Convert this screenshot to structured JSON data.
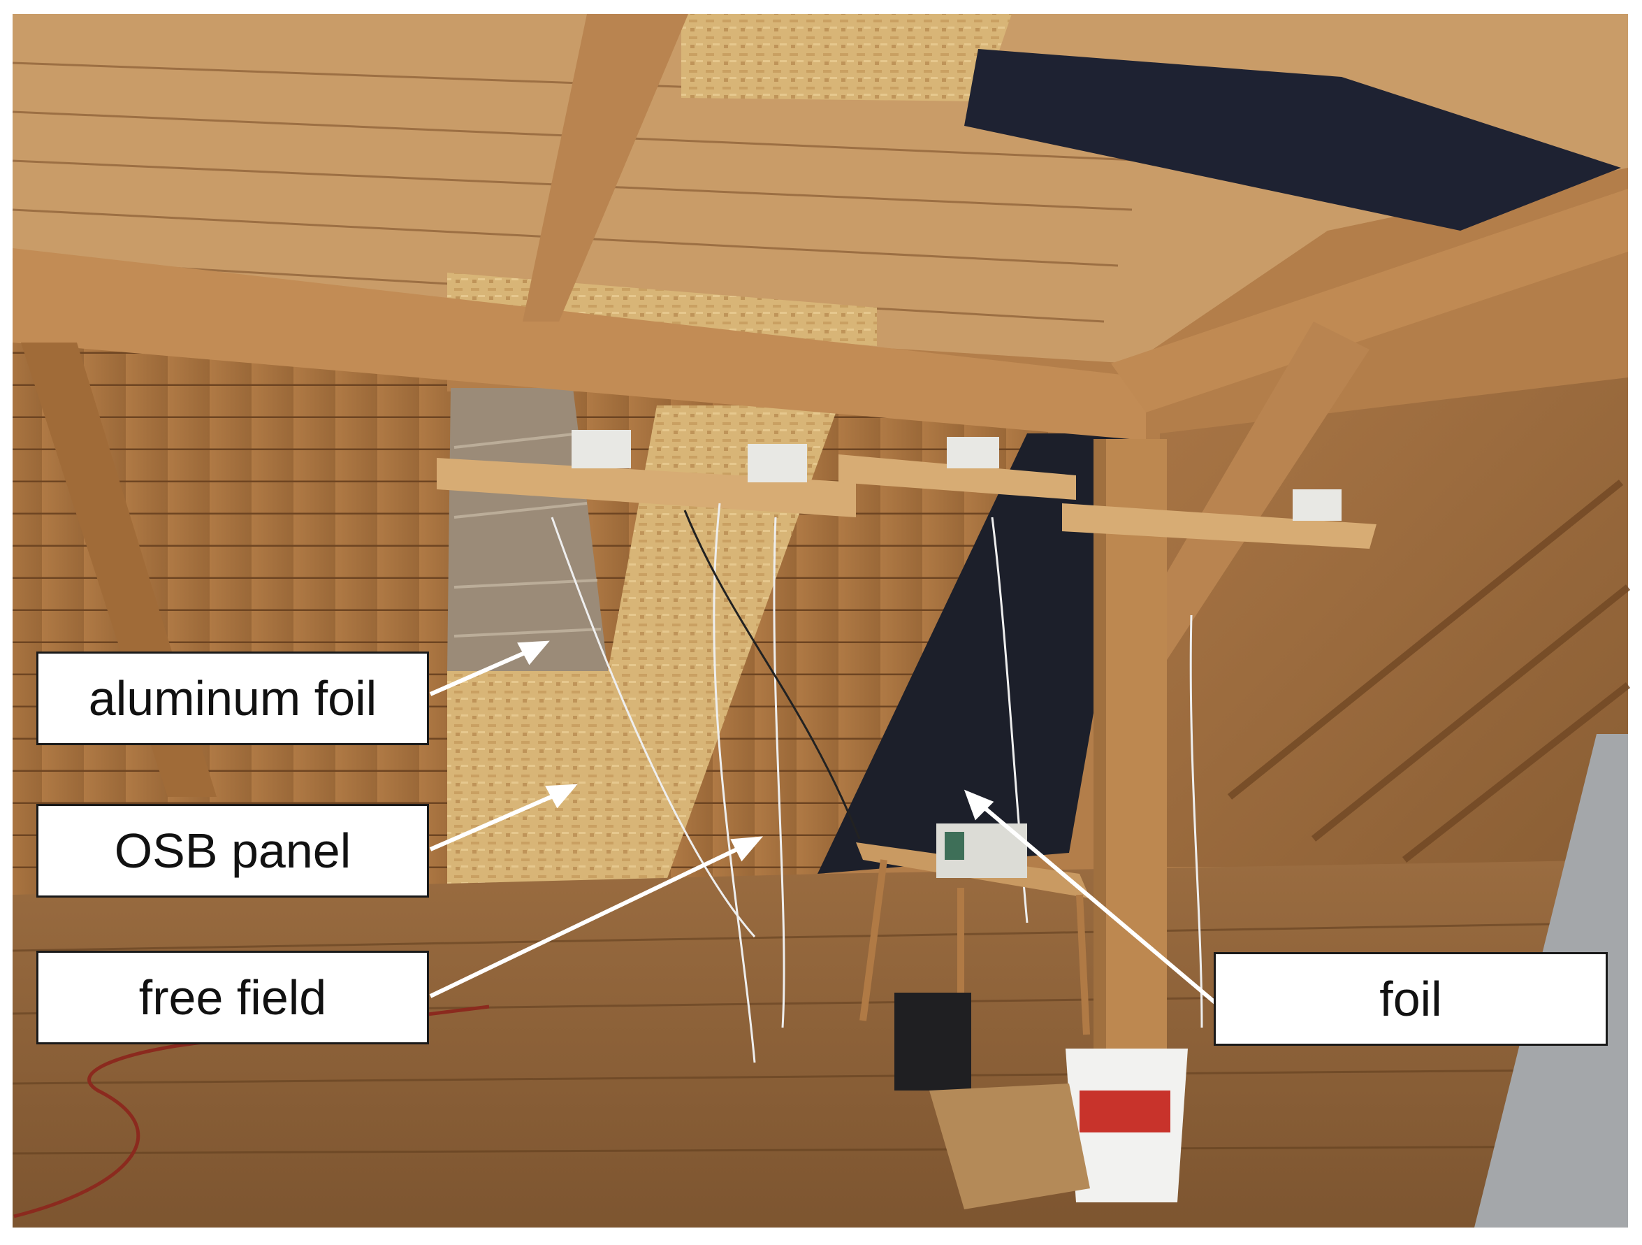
{
  "annotations": {
    "aluminum_foil": "aluminum foil",
    "osb_panel": "OSB panel",
    "free_field": "free field",
    "foil": "foil"
  },
  "colors": {
    "wood_light": "#c89a66",
    "wood_mid": "#a8733f",
    "wood_dark": "#7a4e26",
    "osb": "#d9b67a",
    "aluminum": "#9a8c7a",
    "black_foil": "#1c1f2a",
    "label_background": "#ffffff",
    "label_border": "#1a1a1a",
    "arrow": "#ffffff"
  }
}
